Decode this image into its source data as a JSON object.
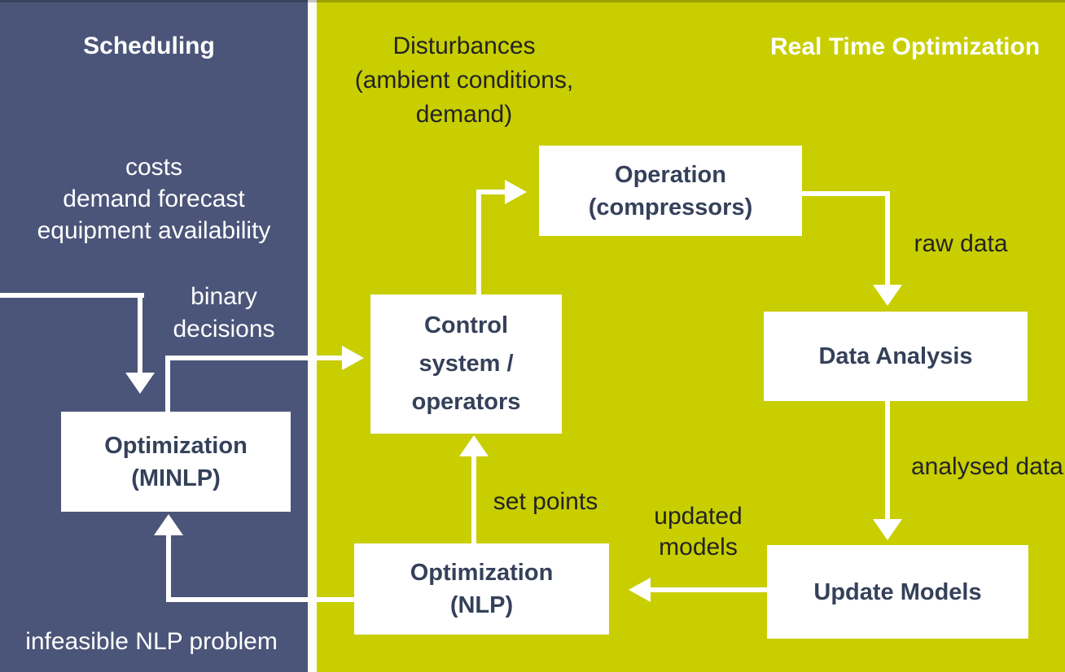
{
  "colors": {
    "scheduling_panel": "#4b5579",
    "rto_panel": "#c8ce00",
    "box_fill": "#ffffff",
    "box_text": "#35415a",
    "label_dark": "#232323",
    "label_white": "#ffffff"
  },
  "scheduling": {
    "title": "Scheduling",
    "inputs_label": "costs\ndemand forecast\nequipment availability",
    "binary_decisions_label": "binary\ndecisions",
    "minlp_box": "Optimization\n(MINLP)",
    "infeasible_label": "infeasible NLP problem"
  },
  "rto": {
    "title": "Real Time Optimization",
    "disturbances_label": "Disturbances\n(ambient conditions,\ndemand)",
    "operation_box": "Operation\n(compressors)",
    "control_box": "Control\nsystem /\noperators",
    "data_analysis_box": "Data Analysis",
    "update_models_box": "Update Models",
    "nlp_box": "Optimization\n(NLP)",
    "raw_data_label": "raw data",
    "analysed_data_label": "analysed data",
    "updated_models_label": "updated\nmodels",
    "set_points_label": "set points"
  }
}
